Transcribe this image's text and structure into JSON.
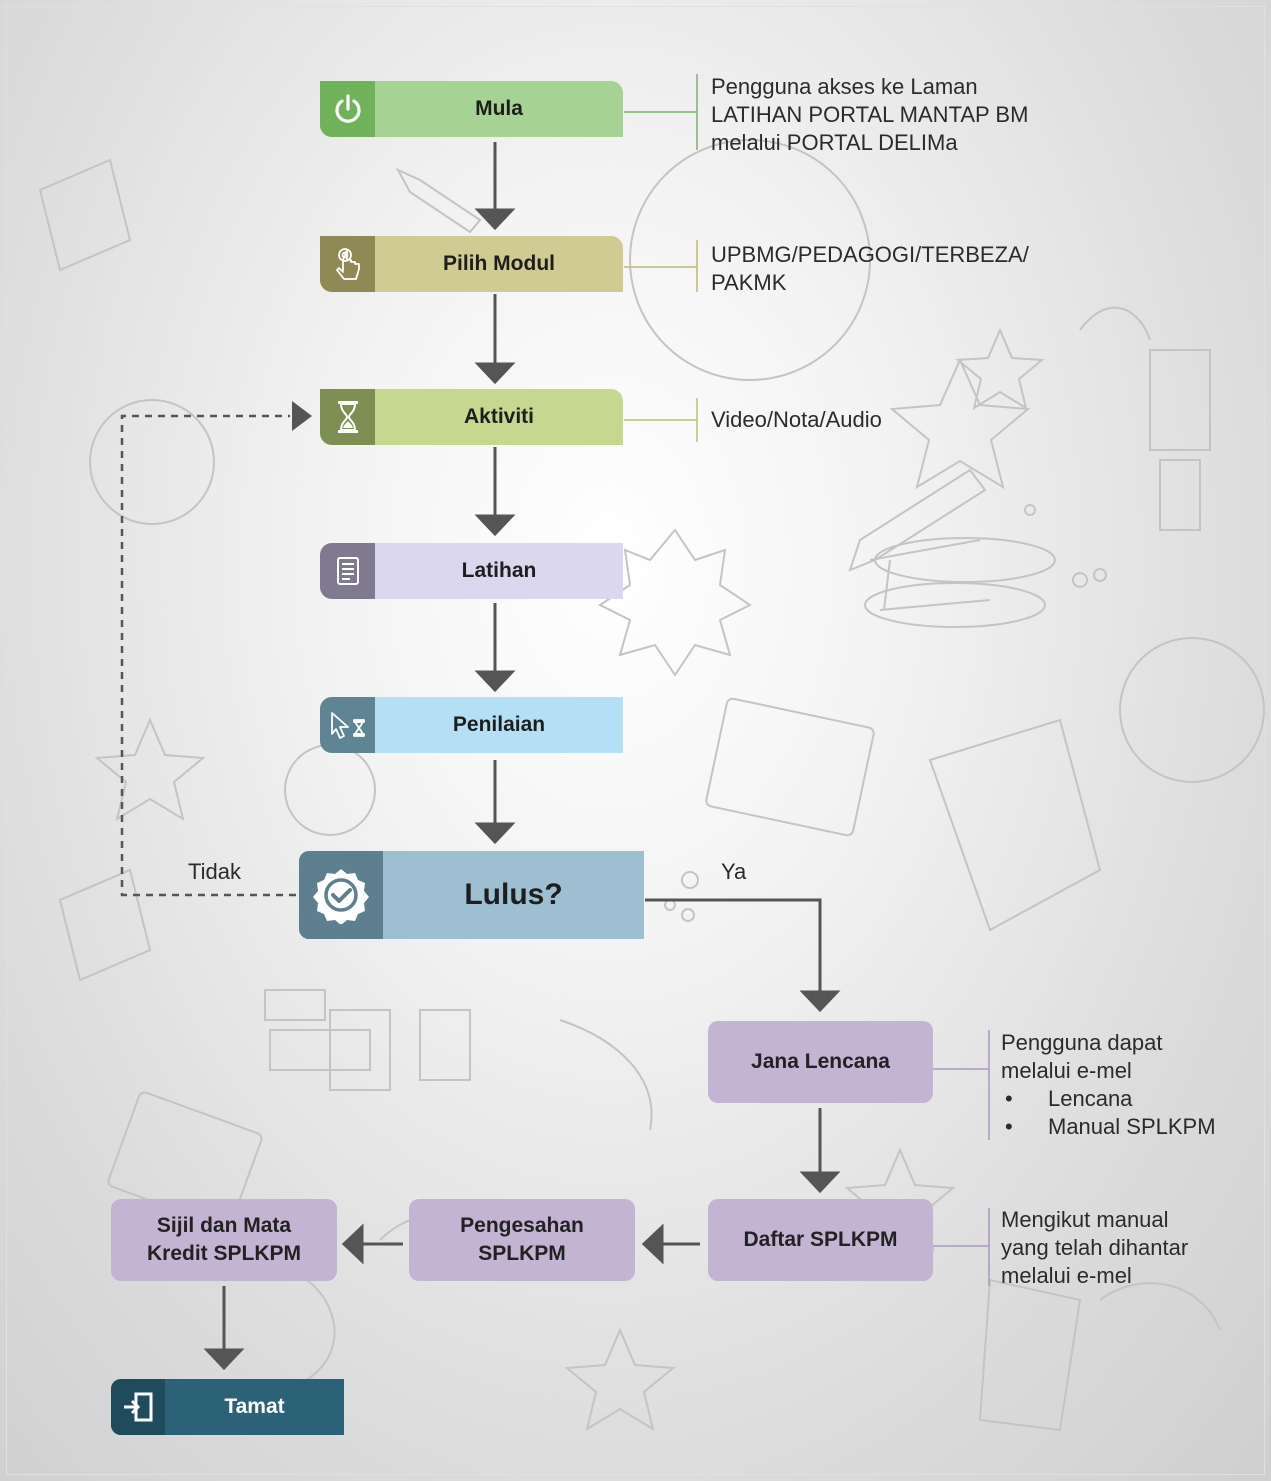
{
  "steps": {
    "mula": "Mula",
    "pilih_modul": "Pilih Modul",
    "aktiviti": "Aktiviti",
    "latihan": "Latihan",
    "penilaian": "Penilaian",
    "lulus": "Lulus?",
    "jana_lencana": "Jana Lencana",
    "daftar_splkpm": "Daftar SPLKPM",
    "pengesahan_line1": "Pengesahan",
    "pengesahan_line2": "SPLKPM",
    "sijil_line1": "Sijil dan Mata",
    "sijil_line2": "Kredit SPLKPM",
    "tamat": "Tamat"
  },
  "branches": {
    "no": "Tidak",
    "yes": "Ya"
  },
  "notes": {
    "mula": [
      "Pengguna akses ke Laman",
      "LATIHAN PORTAL MANTAP BM",
      "melalui PORTAL DELIMa"
    ],
    "pilih_modul": [
      "UPBMG/PEDAGOGI/TERBEZA/",
      "PAKMK"
    ],
    "aktiviti": [
      "Video/Nota/Audio"
    ],
    "jana_lencana": {
      "intro": [
        "Pengguna dapat",
        "melalui e-mel"
      ],
      "items": [
        "Lencana",
        "Manual SPLKPM"
      ]
    },
    "daftar_splkpm": [
      "Mengikut manual",
      "yang telah dihantar",
      "melalui e-mel"
    ]
  },
  "colors": {
    "mula": "#a6d393",
    "mula_icon": "#6fb25a",
    "pilih_modul": "#cfcb92",
    "pilih_modul_icon": "#8f8a55",
    "aktiviti": "#c6d890",
    "aktiviti_icon": "#7d8f52",
    "latihan": "#dbd7ef",
    "latihan_icon": "#7f7a90",
    "penilaian": "#b5dff5",
    "penilaian_icon": "#5f8494",
    "lulus": "#9ebfd1",
    "lulus_icon": "#5e7f8f",
    "process": "#c3b4d3",
    "tamat": "#2c6277",
    "tamat_icon": "#1f4b5d",
    "arrow": "#555555"
  },
  "icons": {
    "mula": "power-icon",
    "pilih_modul": "touch-hand-icon",
    "aktiviti": "hourglass-icon",
    "latihan": "document-icon",
    "penilaian": "cursor-timer-icon",
    "lulus": "verified-badge-icon",
    "tamat": "exit-icon"
  }
}
